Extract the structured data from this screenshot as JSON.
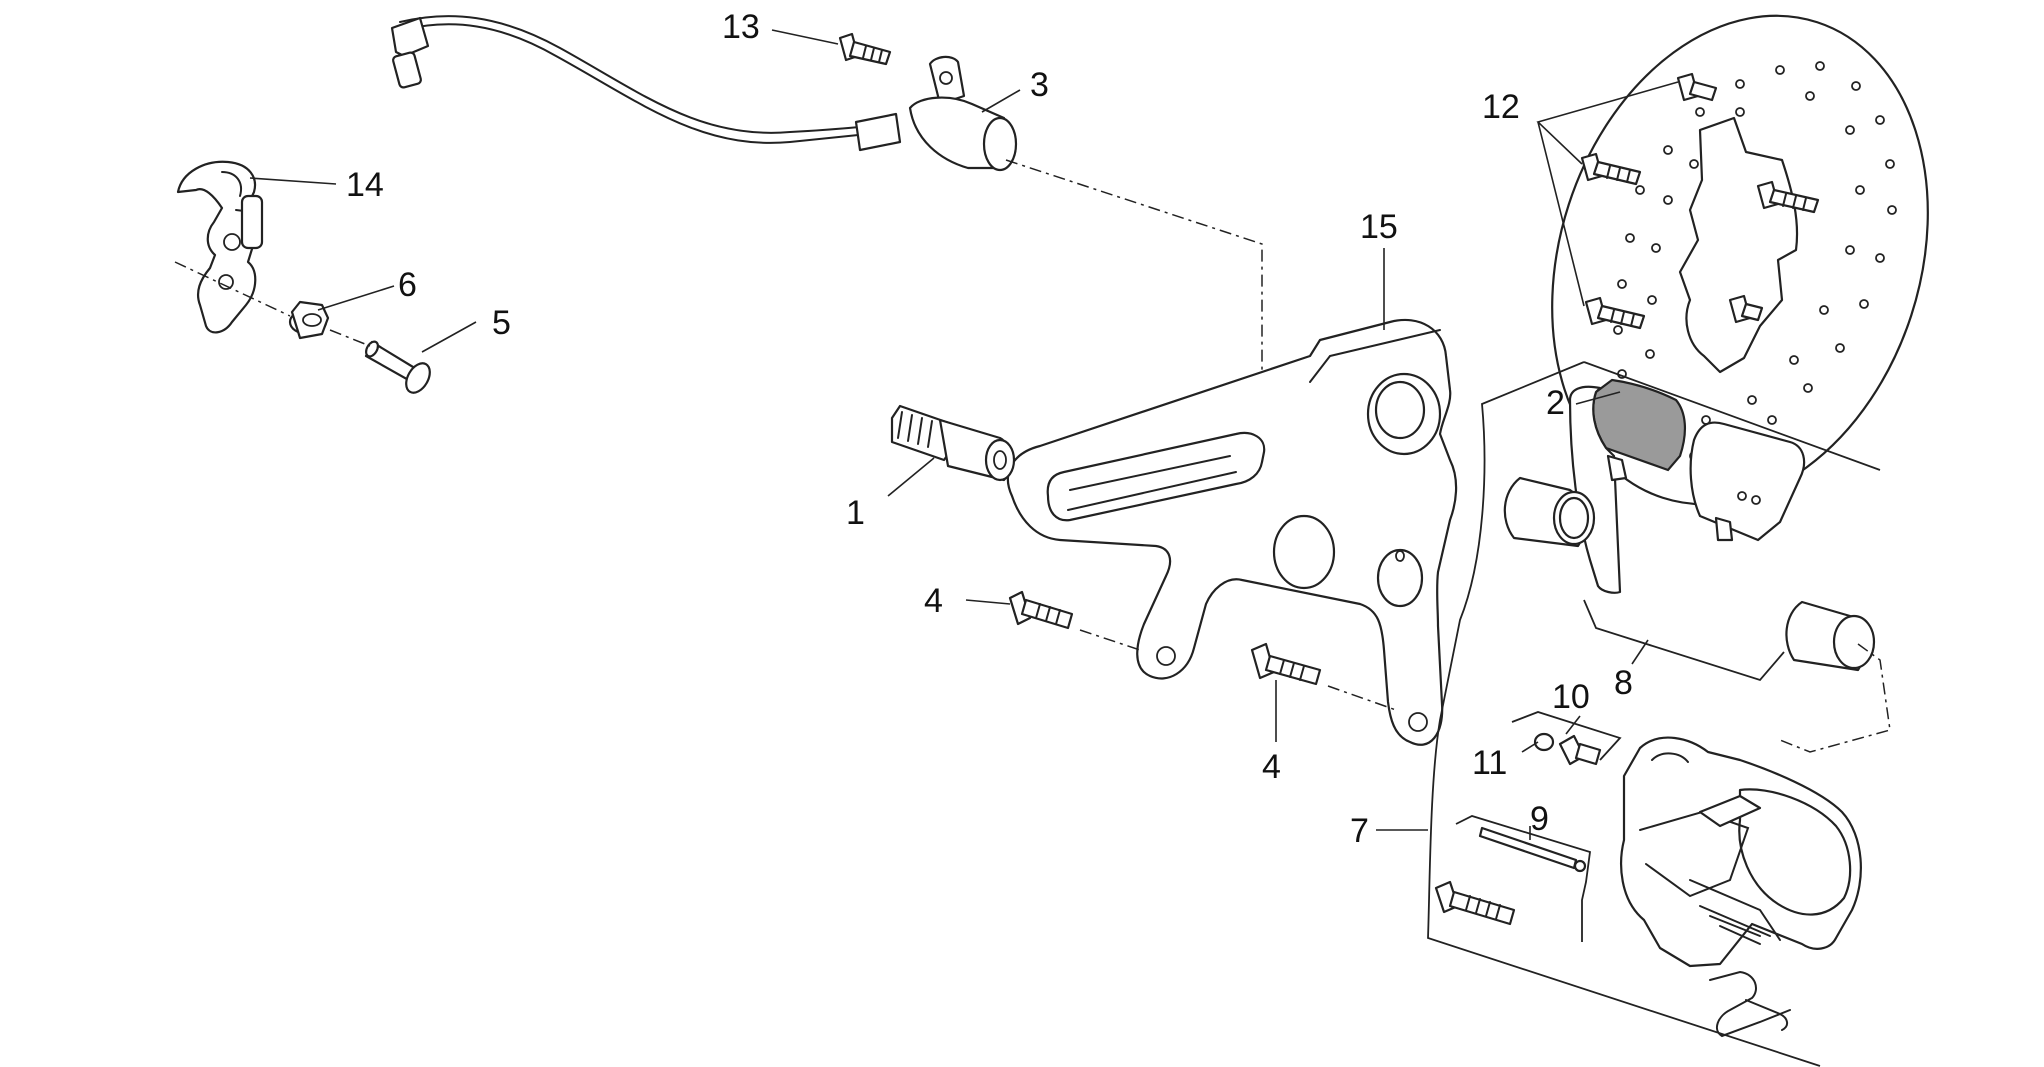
{
  "callouts": {
    "c1": "1",
    "c2": "2",
    "c3": "3",
    "c4a": "4",
    "c4b": "4",
    "c5": "5",
    "c6": "6",
    "c7": "7",
    "c8": "8",
    "c9": "9",
    "c10": "10",
    "c11": "11",
    "c12": "12",
    "c13": "13",
    "c14": "14",
    "c15": "15"
  },
  "colors": {
    "line": "#222222",
    "pad_fill": "#9a9a9a",
    "background": "#ffffff"
  }
}
